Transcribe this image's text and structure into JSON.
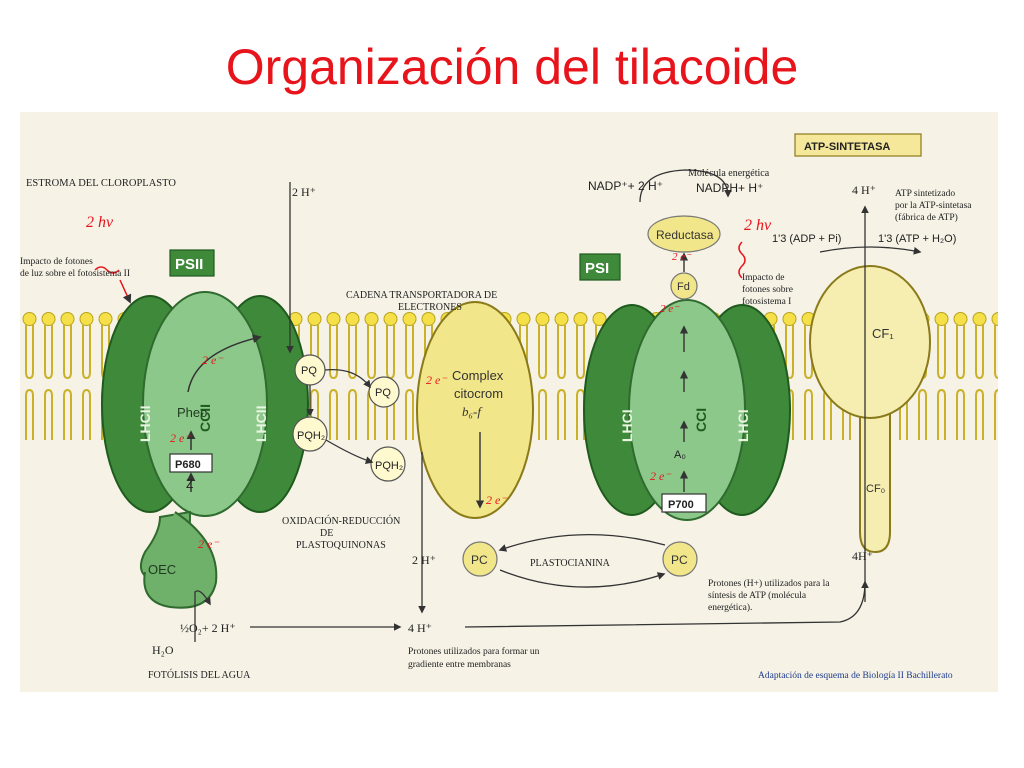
{
  "title": "Organización del tilacoide",
  "labels": {
    "estroma": "ESTROMA DEL CLOROPLASTO",
    "h2_top_psii": "2 H⁺",
    "hv_psii": "2 hv",
    "impacto_psii_1": "Impacto de fotones",
    "impacto_psii_2": "de luz sobre el fotosistema II",
    "psii": "PSII",
    "psi": "PSI",
    "cadena_1": "CADENA TRANSPORTADORA DE",
    "cadena_2": "ELECTRONES",
    "lhcii": "LHCII",
    "ccii": "CCII",
    "pheo": "Pheo",
    "p680": "P680",
    "z": "Z",
    "oec": "OEC",
    "e2": "2 e⁻",
    "pq": "PQ",
    "pqh2": "PQH₂",
    "complex_1": "Complex",
    "complex_2": "citocrom",
    "complex_3": "b₆-f",
    "oxid_1": "OXIDACIÓN-REDUCCIÓN",
    "oxid_2": "DE",
    "oxid_3": "PLASTOQUINONAS",
    "h2_mid": "2 H⁺",
    "pc": "PC",
    "plastocianina": "PLASTOCIANINA",
    "nadp_left": "NADP⁺+ 2 H⁺",
    "molecula_1": "Molécula energética",
    "nadph": "NADPH+ H⁺",
    "reductasa": "Reductasa",
    "hv_psi": "2 hv",
    "fd": "Fd",
    "impacto_psi_1": "Impacto de",
    "impacto_psi_2": "fotones sobre",
    "impacto_psi_3": "fotosistema I",
    "lhci": "LHCI",
    "cci": "CCI",
    "a0": "A₀",
    "p700": "P700",
    "atp_box": "ATP-SINTETASA",
    "h4_top": "4 H⁺",
    "atp_sint_1": "ATP sintetizado",
    "atp_sint_2": "por la ATP-sintetasa",
    "atp_sint_3": "(fábrica de ATP)",
    "adp": "1'3 (ADP + Pi)",
    "atp_eq": "1'3 (ATP + H₂O)",
    "cf1": "CF₁",
    "cf0": "CF₀",
    "h4_lum": "4H⁺",
    "protones_atp_1": "Protones (H+) utilizados para la",
    "protones_atp_2": "síntesis de ATP (molécula",
    "protones_atp_3": "energética).",
    "h2o": "H₂O",
    "o2": "½O₂+ 2 H⁺",
    "h4_bottom": "4 H⁺",
    "protones_grad_1": "Protones utilizados para formar un",
    "protones_grad_2": "gradiente entre membranas",
    "fotolisis": "FOTÓLISIS DEL AGUA",
    "adaptacion": "Adaptación de esquema de Biología II Bachillerato"
  }
}
